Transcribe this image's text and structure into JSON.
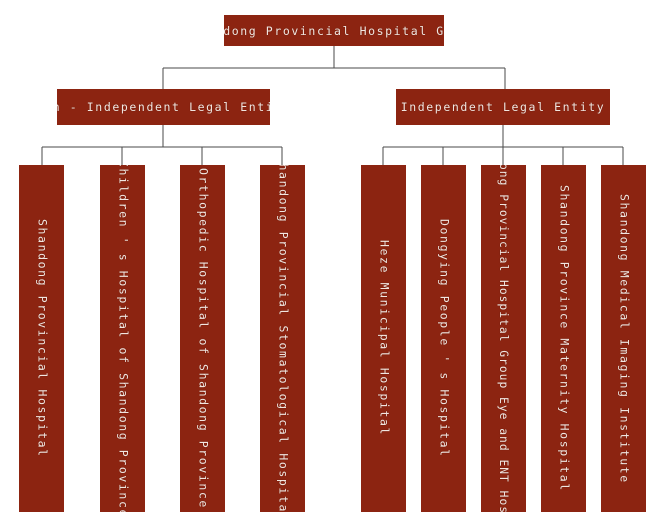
{
  "diagram": {
    "type": "organization-chart",
    "orientation": "top-down",
    "box_color": "#8C2411",
    "text_color": "#F2E6E0",
    "connector_color": "#4A4A4A",
    "background_color": "#FFFFFF",
    "root": {
      "label": "Shandong Provincial Hospital Group"
    },
    "branches": [
      {
        "label": "Non - Independent Legal Entity",
        "children": [
          {
            "label": "Shandong Provincial Hospital"
          },
          {
            "label": "Children ' s Hospital of Shandong Province"
          },
          {
            "label": "Orthopedic Hospital of Shandong Province"
          },
          {
            "label": "Shandong Provincial Stomatological Hospital"
          }
        ]
      },
      {
        "label": "Independent Legal Entity",
        "children": [
          {
            "label": "Heze Municipal Hospital"
          },
          {
            "label": "Dongying People ' s Hospital"
          },
          {
            "label": "Shandong Provincial Hospital Group Eye and ENT Hospital"
          },
          {
            "label": "Shandong Province Maternity Hospital"
          },
          {
            "label": "Shandong Medical Imaging Institute"
          }
        ]
      }
    ]
  }
}
